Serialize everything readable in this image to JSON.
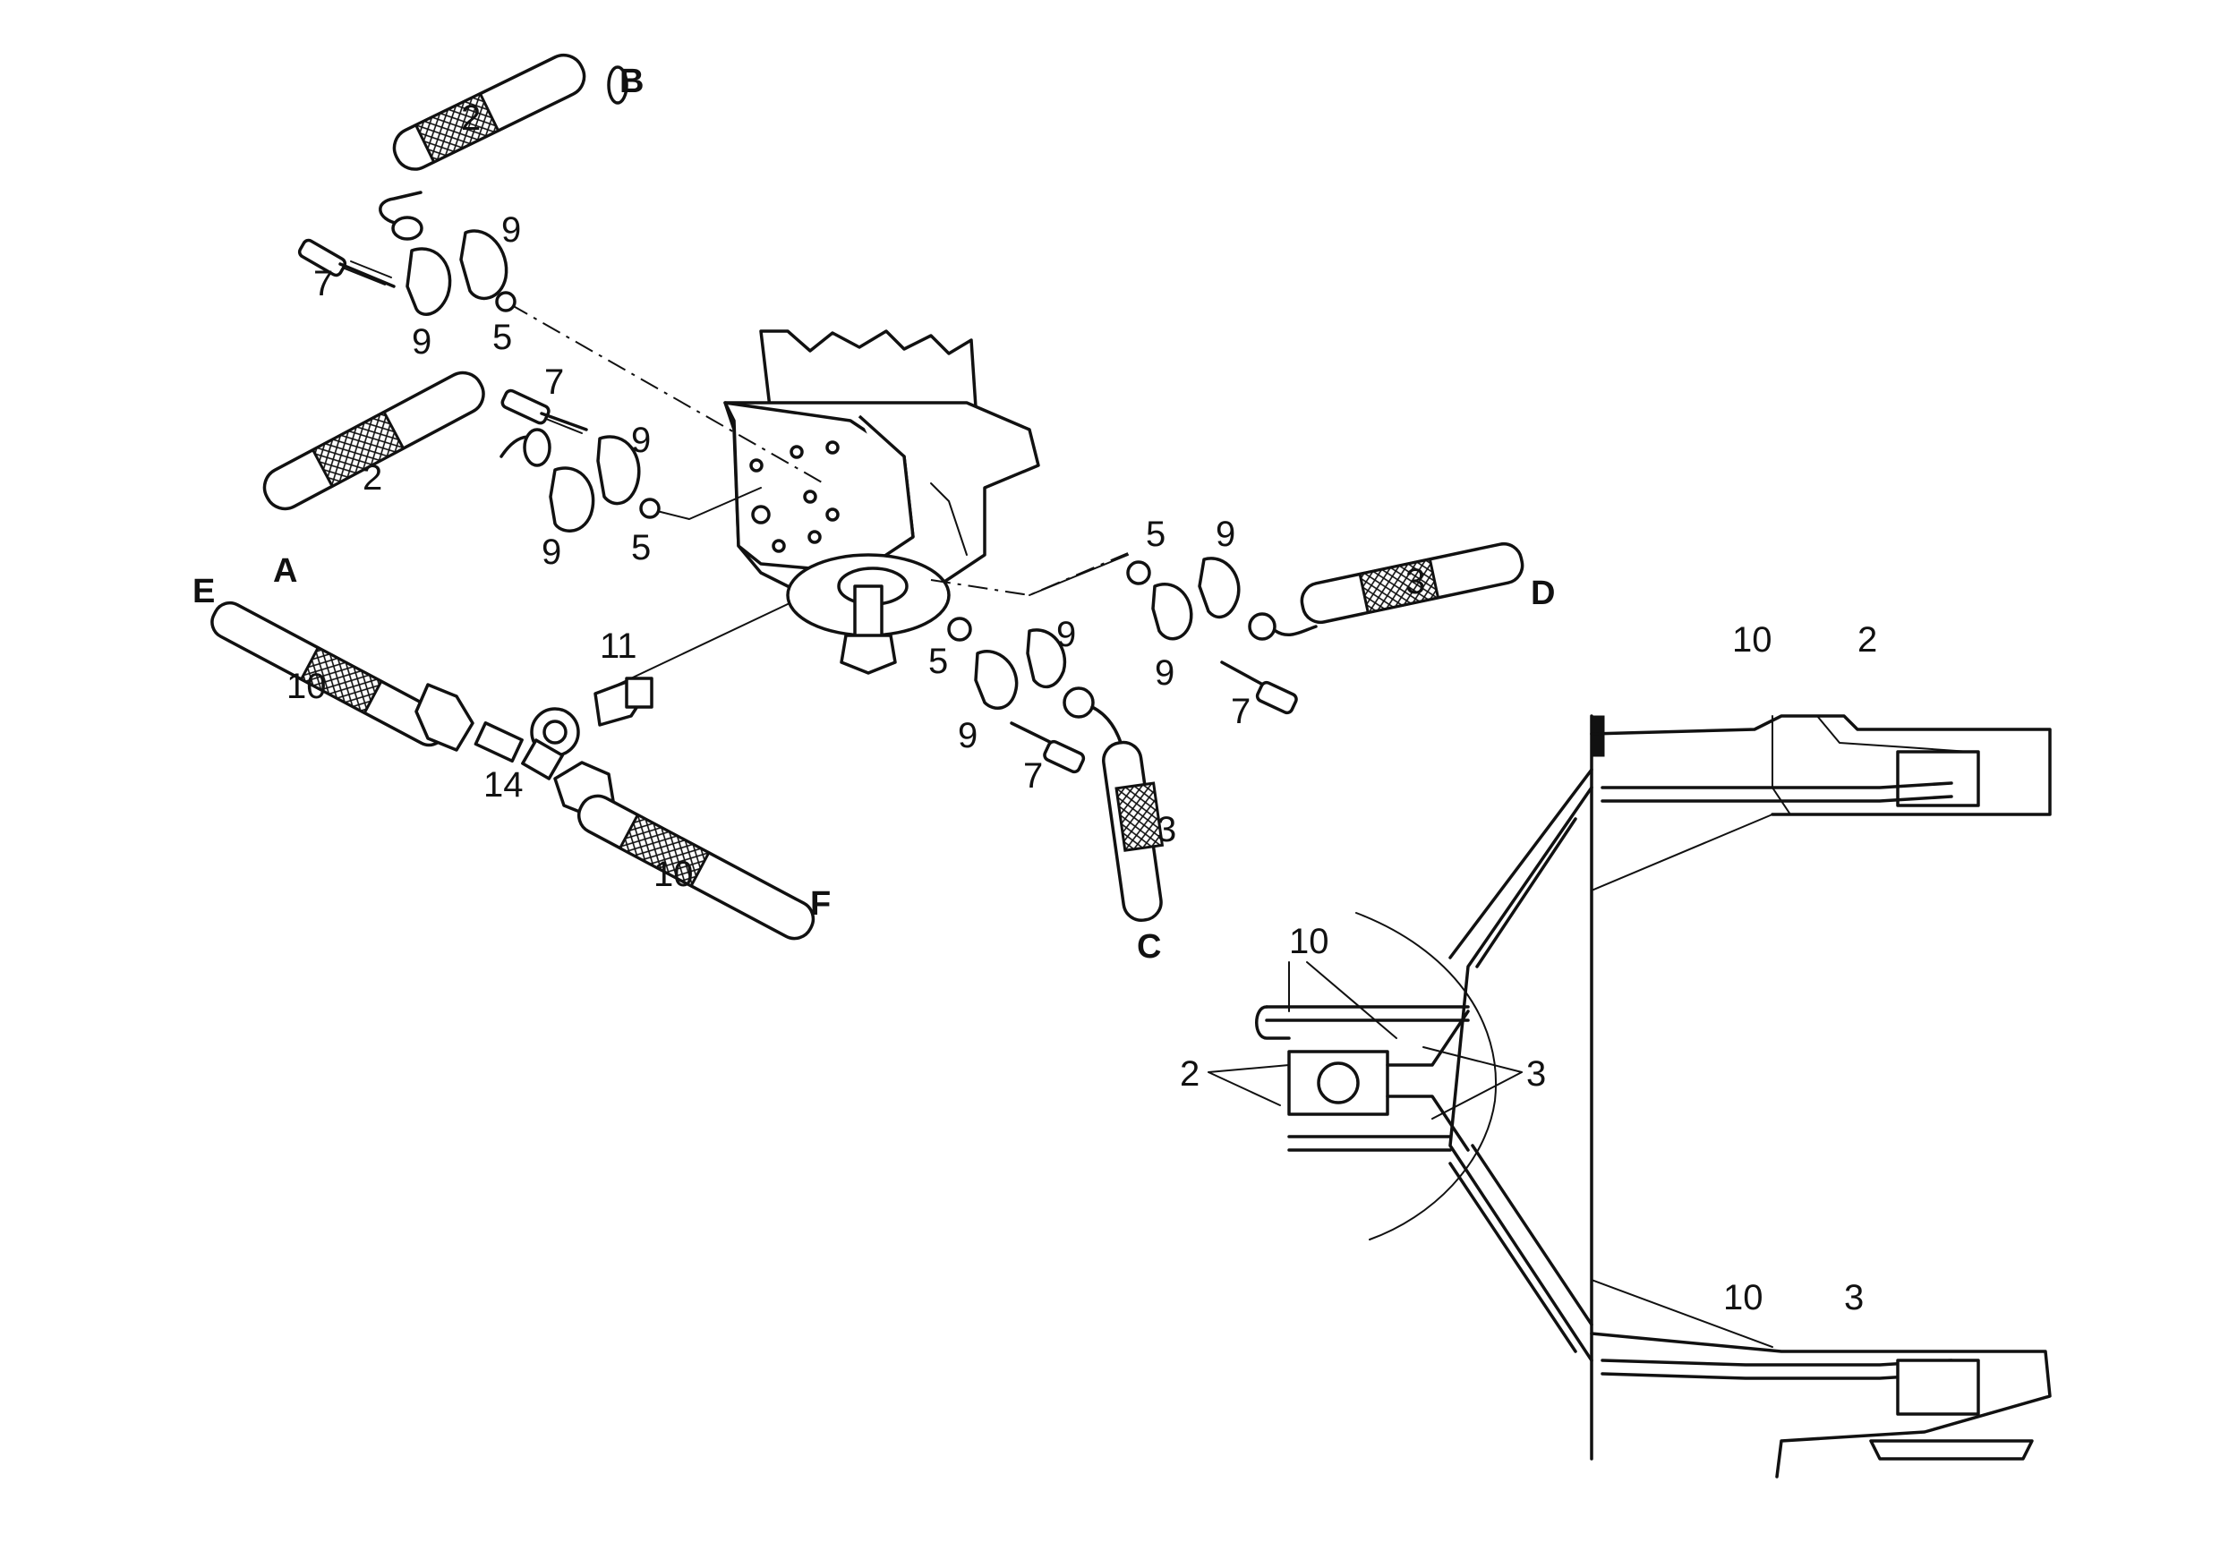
{
  "callouts": {
    "hose_upper_A": "2",
    "hose_upper_B": "2",
    "bolt_top": "7",
    "clamp_top_right": "9",
    "clamp_top_left": "9",
    "oring_top": "5",
    "bolt_mid": "7",
    "clamp_mid_right": "9",
    "clamp_mid_left": "9",
    "oring_mid": "5",
    "hose_E": "10",
    "fitting_11": "11",
    "fitting_14": "14",
    "hose_F": "10",
    "oring_lower_mid": "5",
    "clamp_lower_right": "9",
    "clamp_lower_left": "9",
    "bolt_lower": "7",
    "hose_C": "3",
    "oring_right": "5",
    "clamp_right_top": "9",
    "clamp_right_left": "9",
    "bolt_right": "7",
    "hose_D": "3",
    "arm_top_10": "10",
    "arm_top_2": "2",
    "detail_10": "10",
    "detail_2": "2",
    "detail_3": "3",
    "arm_bottom_10": "10",
    "arm_bottom_3": "3"
  },
  "ports": {
    "A": "A",
    "B": "B",
    "C": "C",
    "D": "D",
    "E": "E",
    "F": "F"
  }
}
